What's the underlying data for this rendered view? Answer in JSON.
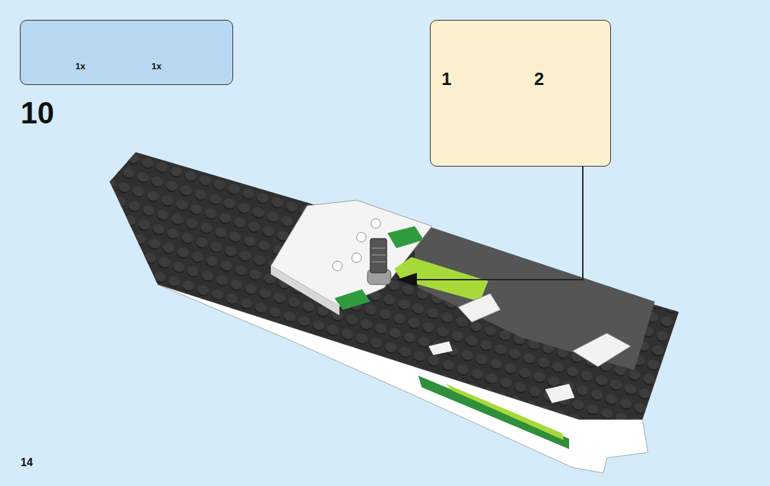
{
  "diagram": {
    "nodes": [
      {
        "text": [
          "1x",
          "1x"
        ]
      },
      {
        "text": [
          "1",
          "2"
        ]
      }
    ],
    "labels": [
      "10",
      "14"
    ]
  }
}
